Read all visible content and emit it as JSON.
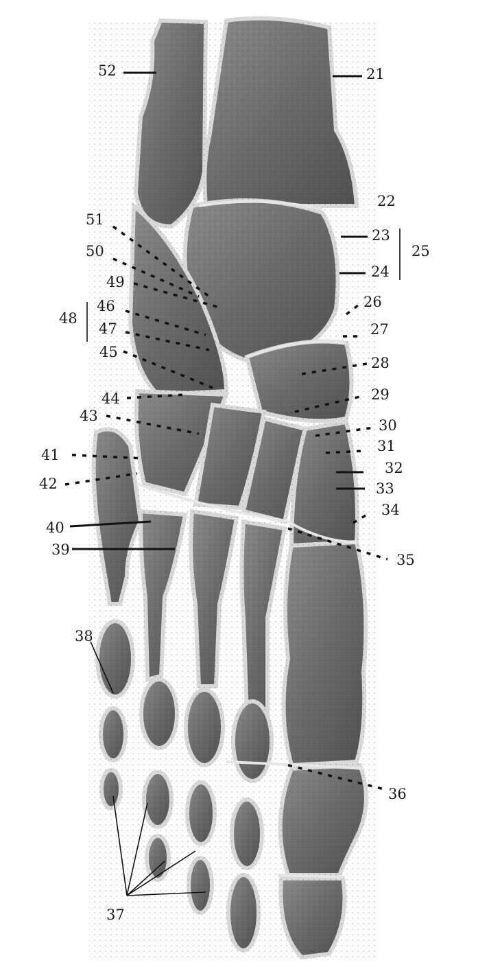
{
  "labels": {
    "l21": "21",
    "l22": "22",
    "l23": "23",
    "l24": "24",
    "l25": "25",
    "l26": "26",
    "l27": "27",
    "l28": "28",
    "l29": "29",
    "l30": "30",
    "l31": "31",
    "l32": "32",
    "l33": "33",
    "l34": "34",
    "l35": "35",
    "l36": "36",
    "l37": "37",
    "l38": "38",
    "l39": "39",
    "l40": "40",
    "l41": "41",
    "l42": "42",
    "l43": "43",
    "l44": "44",
    "l45": "45",
    "l46": "46",
    "l47": "47",
    "l48": "48",
    "l49": "49",
    "l50": "50",
    "l51": "51",
    "l52": "52"
  },
  "colors": {
    "background": "#ffffff",
    "bone_light": "#8a8a8a",
    "bone_dark": "#4a4a4a",
    "cartilage": "#e6e6e6",
    "label_text": "#1a1a1a"
  }
}
